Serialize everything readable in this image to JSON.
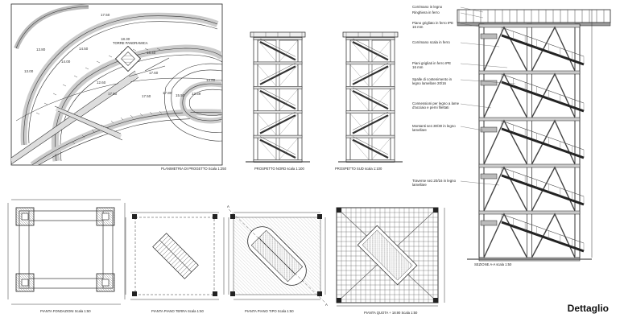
{
  "footer": {
    "label": "Dettaglio"
  },
  "site_plan": {
    "caption": "PLANIMETRIA DI PROGETTO Scala 1:250",
    "tower_label": "TORRE PANORAMICA",
    "levels": [
      "17.50",
      "18.30",
      "18.40",
      "17.60",
      "17.50",
      "13.80",
      "14.50",
      "13.00",
      "14.00",
      "15.50",
      "12.60",
      "17.50",
      "17.80",
      "13.59",
      "13.80"
    ]
  },
  "elevations": {
    "north_caption": "PROSPETTO NORD scala 1:100",
    "south_caption": "PROSPETTO SUD scala 1:100"
  },
  "plans": {
    "foundation_caption": "PIANTA FONDAZIONI Scala 1:50",
    "ground_caption": "PIANTA PIANO TERRA Scala 1:50",
    "typical_caption": "PIANTA PIANO TIPO Scala 1:50",
    "top_caption": "PIANTA QUOTA + 18.90 Scala 1:50",
    "section_marker": "A"
  },
  "section": {
    "caption": "SEZIONE A-A scala 1:50",
    "notes": [
      "Corrimano in legno",
      "Ringhiera in ferro",
      "Piano grigliato in ferro IPE 16 mm",
      "Corrimano scala in ferro",
      "Piani grigliati in ferro IPE 16 mm",
      "Spalle di contenimento in legno lamellare 20/16",
      "Connessioni per legno a lame d'acciaio e perni filettati",
      "Montanti sez.30/30 in legno lamellare",
      "Traverse sez.20/16 in legno lamellare"
    ]
  }
}
